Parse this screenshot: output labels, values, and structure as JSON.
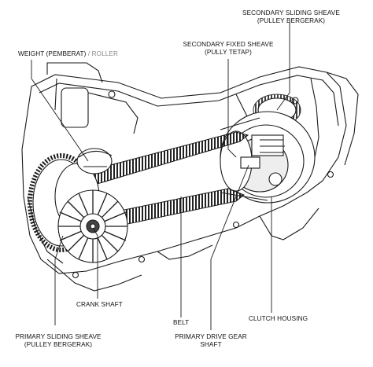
{
  "labels": {
    "secondary_sliding": {
      "line1": "SECONDARY SLIDING SHEAVE",
      "line2": "(PULLEY BERGERAK)"
    },
    "secondary_fixed": {
      "line1": "SECONDARY FIXED SHEAVE",
      "line2": "(PULLY TETAP)"
    },
    "weight": {
      "main": "WEIGHT (PEMBERAT)",
      "sep": " / ",
      "sub": "ROLLER"
    },
    "primary_sliding": {
      "line1": "PRIMARY SLIDING SHEAVE",
      "line2": "(PULLEY BERGERAK)"
    },
    "crank_shaft": "CRANK SHAFT",
    "belt": "BELT",
    "primary_drive": {
      "line1": "PRIMARY DRIVE GEAR",
      "line2": "SHAFT"
    },
    "clutch_housing": "CLUTCH HOUSING"
  },
  "colors": {
    "line": "#1a1a1a",
    "label": "#111111",
    "muted": "#8a8a8a"
  }
}
